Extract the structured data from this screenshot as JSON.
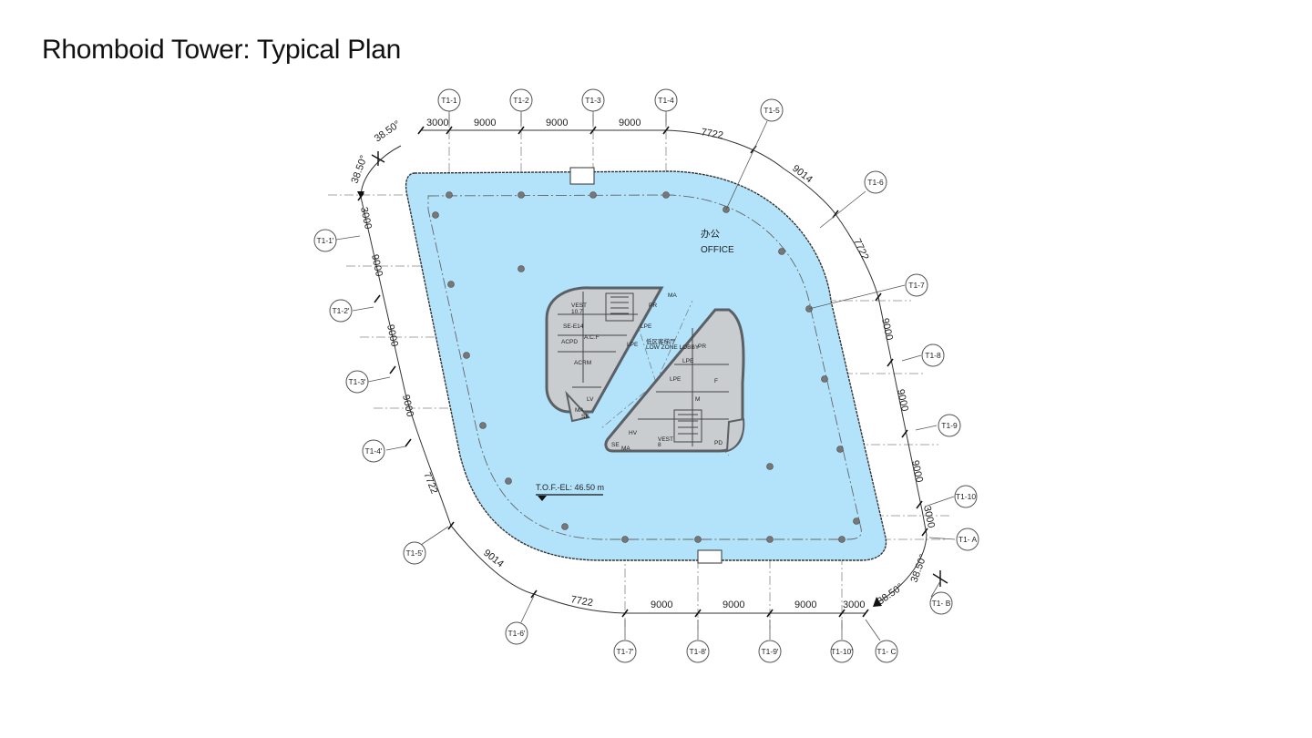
{
  "title": "Rhomboid Tower: Typical Plan",
  "colors": {
    "floor_fill": "#b3e3fb",
    "core_fill": "#c9cdd0",
    "core_wall": "#5a6066",
    "line": "#333333",
    "grid": "#777777"
  },
  "grid_top": [
    "T1-1",
    "T1-2",
    "T1-3",
    "T1-4",
    "T1-5",
    "T1-6"
  ],
  "grid_right": [
    "T1-7",
    "T1-8",
    "T1-9",
    "T1-10",
    "T1- A",
    "T1- B"
  ],
  "grid_left": [
    "T1-1'",
    "T1-2'",
    "T1-3'",
    "T1-4'",
    "T1-5'",
    "T1-6'"
  ],
  "grid_bottom": [
    "T1-7'",
    "T1-8'",
    "T1-9'",
    "T1-10'",
    "T1- C"
  ],
  "dims_top": [
    "3000",
    "9000",
    "9000",
    "9000",
    "7722",
    "9014",
    "7722"
  ],
  "dims_right": [
    "9000",
    "9000",
    "9000",
    "3000"
  ],
  "dims_left": [
    "3000",
    "9000",
    "9000",
    "9000",
    "7722",
    "9014"
  ],
  "dims_bottom": [
    "7722",
    "9000",
    "9000",
    "9000",
    "3000"
  ],
  "angles": [
    "38.50°",
    "38.50°",
    "38.50°",
    "38.50°"
  ],
  "office_cn": "办公",
  "office_en": "OFFICE",
  "elevation": "T.O.F.-EL: 46.50 m",
  "lobby_cn": "低区客梯厅",
  "lobby_en": "LOW ZONE LOBBY",
  "rooms": {
    "vest_a": "VEST",
    "vest_a_area": "10.7",
    "se_a": "SE",
    "se_b": "SE-E14",
    "acpd": "ACPD",
    "acf_a": "A.C.F",
    "lpe_a": "LPE",
    "lpe_b": "LPE",
    "lpe_c": "LPE",
    "lpe_d": "LPE",
    "acrm": "ACRM",
    "lv": "LV",
    "ma_a": "MA",
    "ma_b": "MA",
    "ma_c": "MA",
    "se_c": "SE",
    "se_d": "SE",
    "pr_a": "PR",
    "pr_b": "PR",
    "hv": "HV",
    "vest_b": "VEST",
    "vest_b_area": "8",
    "f": "F",
    "pd": "PD",
    "m": "M"
  }
}
